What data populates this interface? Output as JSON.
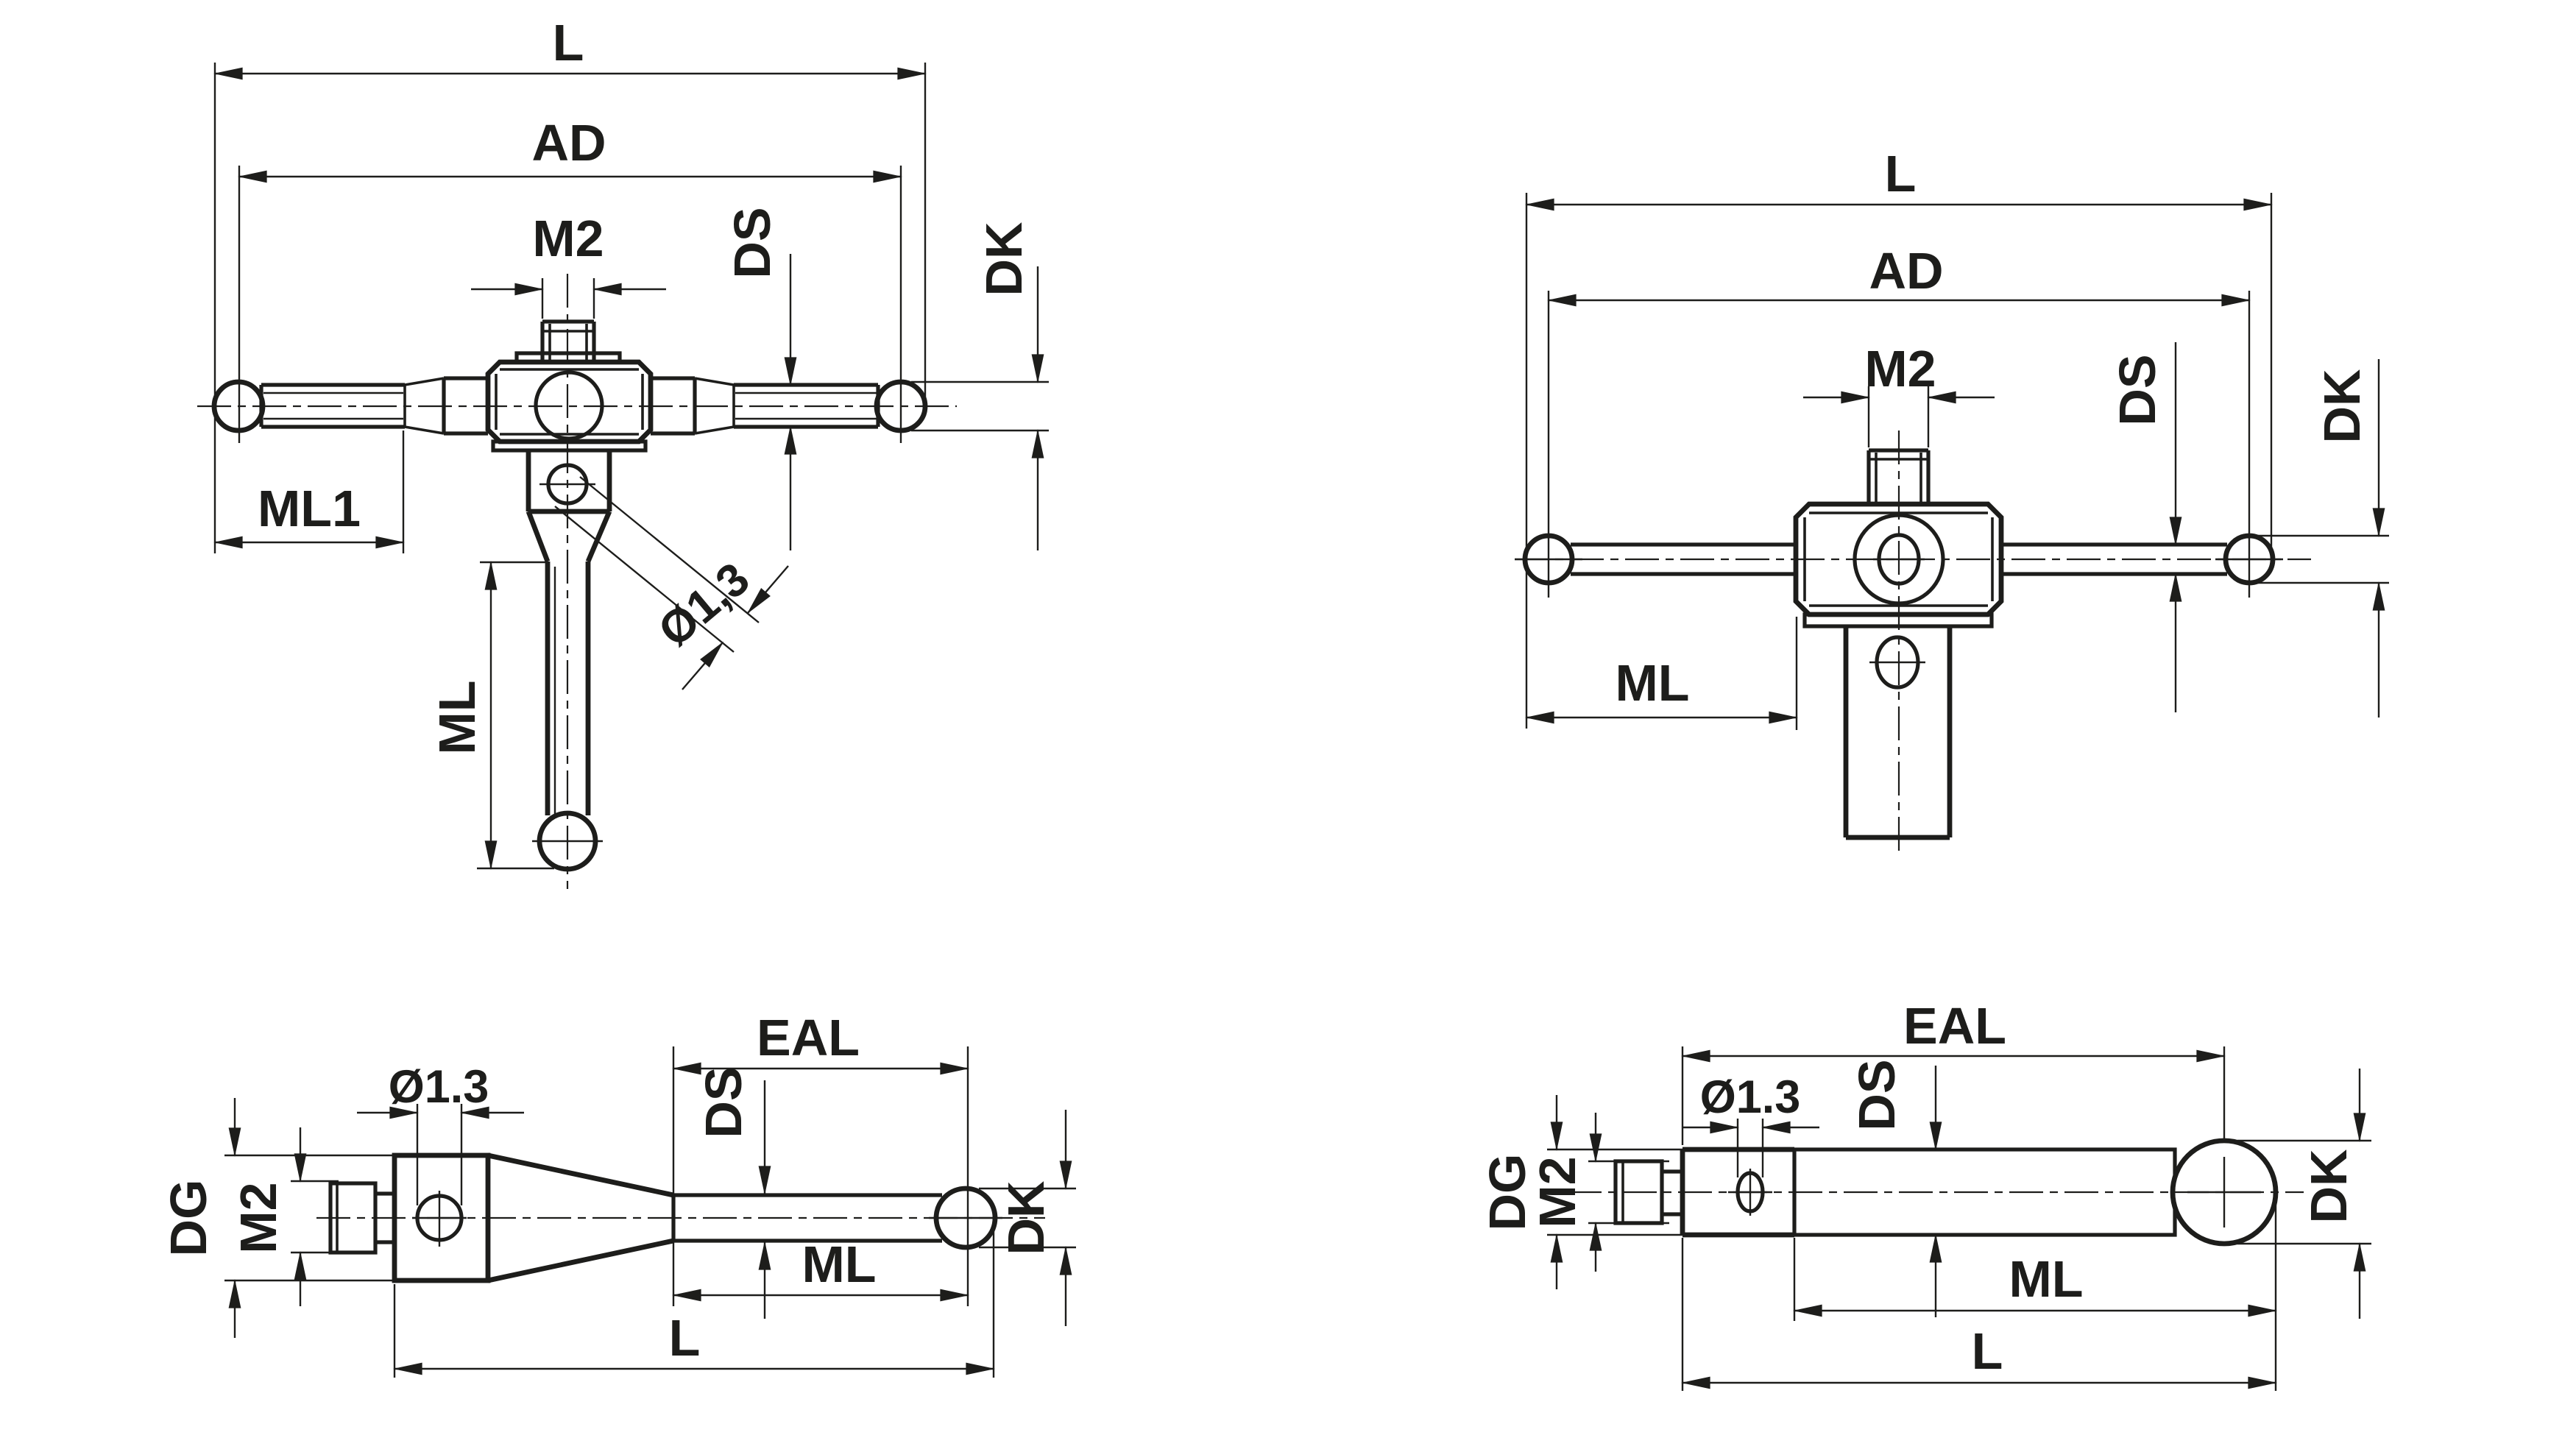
{
  "colors": {
    "line": "#1d1d1b",
    "background": "#ffffff"
  },
  "diagrams": {
    "top_left": {
      "name": "star-stylus-side-view",
      "labels": {
        "l": "L",
        "ad": "AD",
        "m2": "M2",
        "ds": "DS",
        "dk": "DK",
        "ml1": "ML1",
        "dia": "Ø1,3",
        "ml": "ML"
      }
    },
    "top_right": {
      "name": "star-stylus-front-view",
      "labels": {
        "l": "L",
        "ad": "AD",
        "m2": "M2",
        "ds": "DS",
        "dk": "DK",
        "ml": "ML"
      }
    },
    "bottom_left": {
      "name": "straight-stylus-side-view",
      "labels": {
        "eal": "EAL",
        "dia": "Ø1.3",
        "ds": "DS",
        "dg": "DG",
        "m2": "M2",
        "dk": "DK",
        "ml": "ML",
        "l": "L"
      }
    },
    "bottom_right": {
      "name": "cylinder-shaft-stylus-side-view",
      "labels": {
        "eal": "EAL",
        "ds": "DS",
        "dia": "Ø1.3",
        "dg": "DG",
        "m2": "M2",
        "dk": "DK",
        "ml": "ML",
        "l": "L"
      }
    }
  }
}
